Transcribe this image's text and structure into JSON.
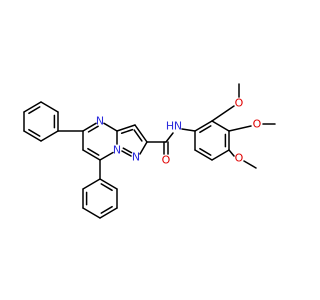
{
  "molecule": {
    "atoms": [
      {
        "id": "N1",
        "label": "N",
        "color": "#2b2bdc"
      },
      {
        "id": "N2",
        "label": "N",
        "color": "#2b2bdc"
      },
      {
        "id": "N3",
        "label": "N",
        "color": "#2b2bdc"
      },
      {
        "id": "NH",
        "label": "N",
        "color": "#2b2bdc"
      },
      {
        "id": "H",
        "label": "H",
        "color": "#2b2bdc"
      },
      {
        "id": "O1",
        "label": "O",
        "color": "#e00000"
      },
      {
        "id": "O2",
        "label": "O",
        "color": "#e00000"
      },
      {
        "id": "O3",
        "label": "O",
        "color": "#e00000"
      },
      {
        "id": "O4",
        "label": "O",
        "color": "#e00000"
      }
    ],
    "bond_color": "#000000"
  }
}
